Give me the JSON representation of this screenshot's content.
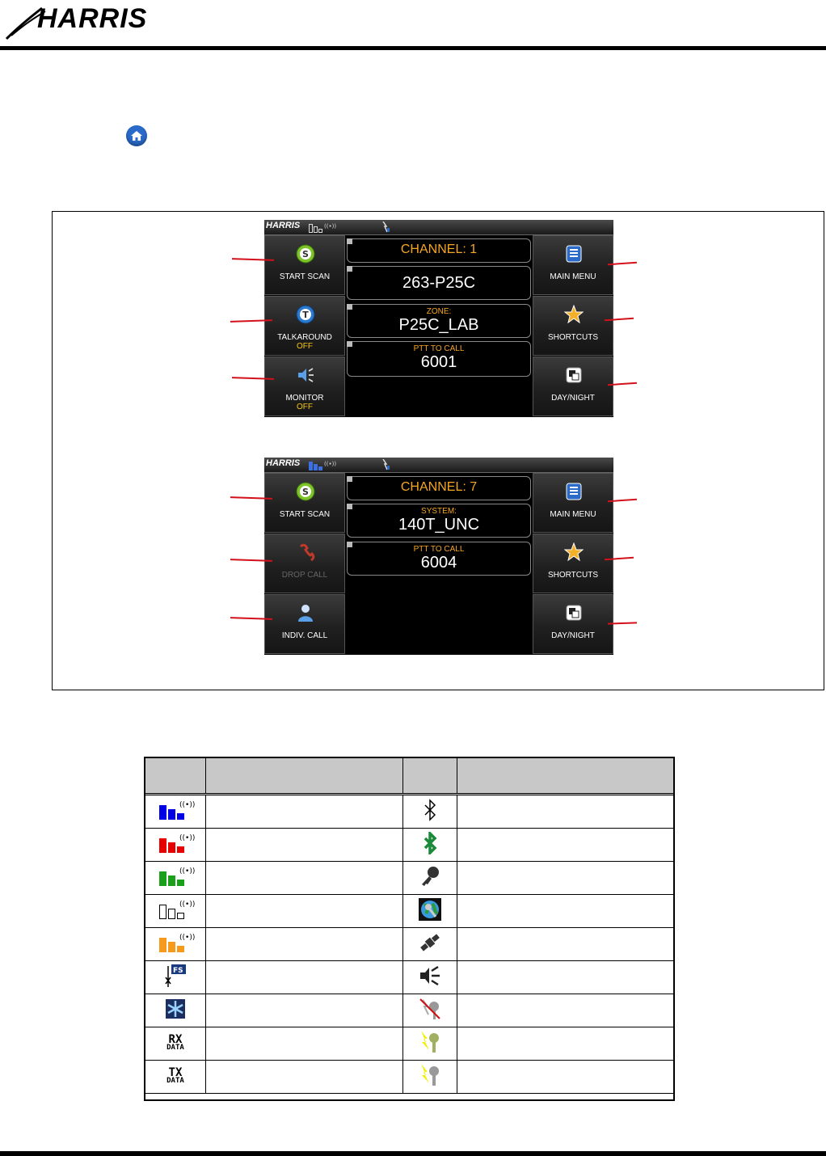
{
  "header": {
    "brand": "HARRIS"
  },
  "screen1": {
    "status_brand": "HARRIS",
    "left_buttons": [
      {
        "label": "START SCAN",
        "sub": ""
      },
      {
        "label": "TALKAROUND",
        "sub": "OFF"
      },
      {
        "label": "MONITOR",
        "sub": "OFF"
      }
    ],
    "fields": {
      "channel": "CHANNEL: 1",
      "name": "263-P25C",
      "zone_caption": "ZONE:",
      "zone_value": "P25C_LAB",
      "ptt_caption": "PTT TO CALL",
      "ptt_value": "6001"
    },
    "right_buttons": [
      {
        "label": "MAIN MENU"
      },
      {
        "label": "SHORTCUTS"
      },
      {
        "label": "DAY/NIGHT"
      }
    ]
  },
  "screen2": {
    "status_brand": "HARRIS",
    "left_buttons": [
      {
        "label": "START SCAN"
      },
      {
        "label": "DROP CALL"
      },
      {
        "label": "INDIV. CALL"
      }
    ],
    "fields": {
      "channel": "CHANNEL: 7",
      "system_caption": "SYSTEM:",
      "system_value": "140T_UNC",
      "ptt_caption": "PTT TO CALL",
      "ptt_value": "6004"
    },
    "right_buttons": [
      {
        "label": "MAIN MENU"
      },
      {
        "label": "SHORTCUTS"
      },
      {
        "label": "DAY/NIGHT"
      }
    ]
  },
  "icon_table": {
    "left_icons": [
      "signal-blue-icon",
      "signal-red-icon",
      "signal-green-icon",
      "signal-empty-icon",
      "signal-orange-icon",
      "fs-antenna-icon",
      "snowflake-icon",
      "rx-data-icon",
      "tx-data-icon"
    ],
    "right_icons": [
      "bluetooth-outline-icon",
      "bluetooth-green-icon",
      "key-icon",
      "globe-key-icon",
      "satellite-icon",
      "speaker-icon",
      "key-crossed-icon",
      "lightning-key-green-icon",
      "lightning-key-gray-icon"
    ],
    "rx_text": [
      "RX",
      "DATA"
    ],
    "tx_text": [
      "TX",
      "DATA"
    ]
  },
  "colors": {
    "accent_orange": "#f5a623",
    "sub_yellow": "#f5c518",
    "callout_red": "#d4101a"
  }
}
